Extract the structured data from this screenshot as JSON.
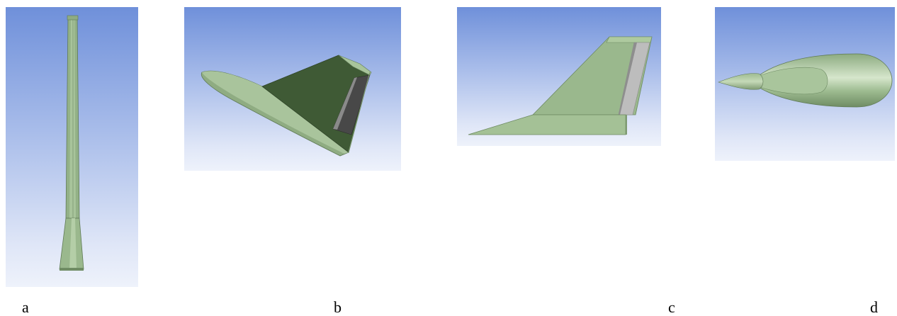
{
  "figure": {
    "panels": [
      {
        "id": "a",
        "label": "a"
      },
      {
        "id": "b",
        "label": "b"
      },
      {
        "id": "c",
        "label": "c"
      },
      {
        "id": "d",
        "label": "d"
      }
    ]
  },
  "colors": {
    "background_top": "#6f90da",
    "background_bottom": "#eef2fb",
    "model_green": "#9cba8c",
    "model_dark_green": "#3f5a35",
    "surface_grey": "#4a4a4a"
  }
}
